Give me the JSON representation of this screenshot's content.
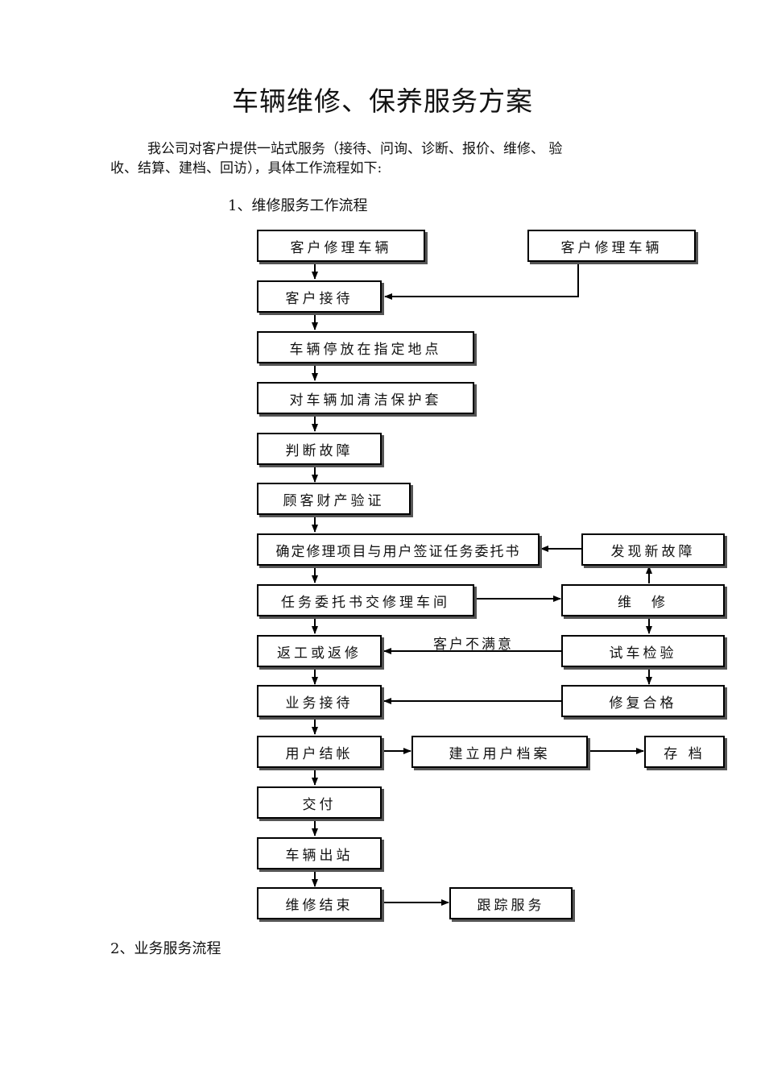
{
  "title": "车辆维修、保养服务方案",
  "intro": {
    "line1": "我公司对客户提供一站式服务（接待、问询、诊断、报价、维修、 验",
    "line2": "收、结算、建档、回访），具体工作流程如下:"
  },
  "section1": {
    "heading": "1、维修服务工作流程"
  },
  "flowchart": {
    "nodes": {
      "customer_repair_left": "客户修理车辆",
      "customer_repair_right": "客户修理车辆",
      "reception": "客户接待",
      "park": "车辆停放在指定地点",
      "cover": "对车辆加清洁保护套",
      "diagnose": "判断故障",
      "property_check": "顾客财产验证",
      "confirm_items": "确定修理项目与用户签证任务委托书",
      "new_fault": "发现新故障",
      "workorder_to_shop": "任务委托书交修理车间",
      "repair": "维　修",
      "rework": "返工或返修",
      "test_drive": "试车检验",
      "service_reception": "业务接待",
      "repair_ok": "修复合格",
      "settlement": "用户结帐",
      "archive_create": "建立用户档案",
      "archive_store": "存 档",
      "delivery": "交付",
      "exit": "车辆出站",
      "repair_end": "维修结束",
      "follow_up": "跟踪服务"
    },
    "edge_labels": {
      "unsatisfied": "客户不满意"
    }
  },
  "section2": {
    "heading": "2、业务服务流程"
  }
}
